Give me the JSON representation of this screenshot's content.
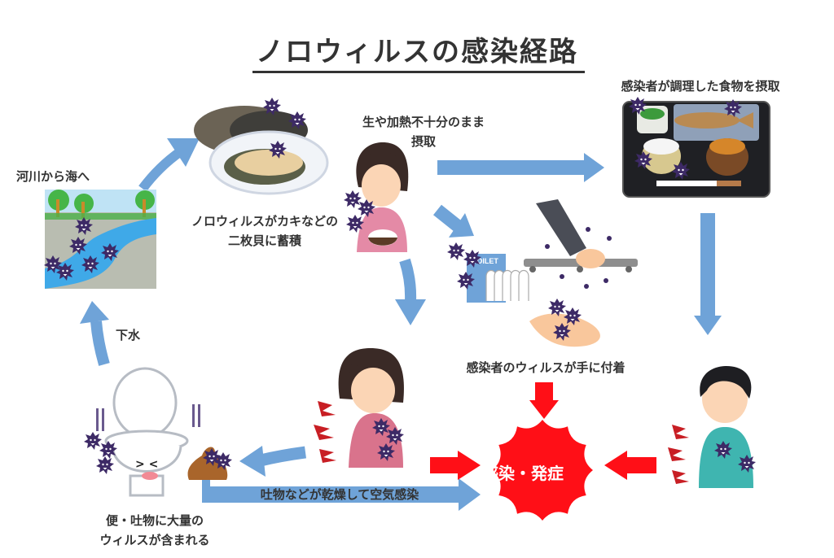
{
  "title": "ノロウィルスの感染経路",
  "colors": {
    "flow_arrow": "#6fa3d8",
    "infection_arrow": "#ff0f17",
    "virus": "#3d2a66",
    "text": "#333333"
  },
  "labels": {
    "river": "河川から海へ",
    "oyster": [
      "ノロウィルスがカキなどの",
      "二枚貝に蓄積"
    ],
    "raw_eating": [
      "生や加熱不十分のまま",
      "摂取"
    ],
    "cooked_food": "感染者が調理した食物を摂取",
    "hand_contact": "感染者のウィルスが手に付着",
    "sewage": "下水",
    "toilet": [
      "便・吐物に大量の",
      "ウィルスが含まれる"
    ],
    "airborne": "吐物などが乾燥して空気感染",
    "outcome": "感染・発症",
    "toilet_sign": "TOILET"
  },
  "illustrations": [
    {
      "name": "river-illustration",
      "desc": "river with viruses"
    },
    {
      "name": "oyster-illustration",
      "desc": "oyster with viruses"
    },
    {
      "name": "woman-eating-illustration",
      "desc": "woman eating rice"
    },
    {
      "name": "meal-tray-illustration",
      "desc": "Japanese meal tray"
    },
    {
      "name": "hand-contact-illustration",
      "desc": "toilet, handrail, handshake"
    },
    {
      "name": "sick-woman-illustration",
      "desc": "woman with stomach ache"
    },
    {
      "name": "sick-boy-illustration",
      "desc": "boy with stomach ache"
    },
    {
      "name": "toilet-illustration",
      "desc": "toilet and feces"
    }
  ]
}
